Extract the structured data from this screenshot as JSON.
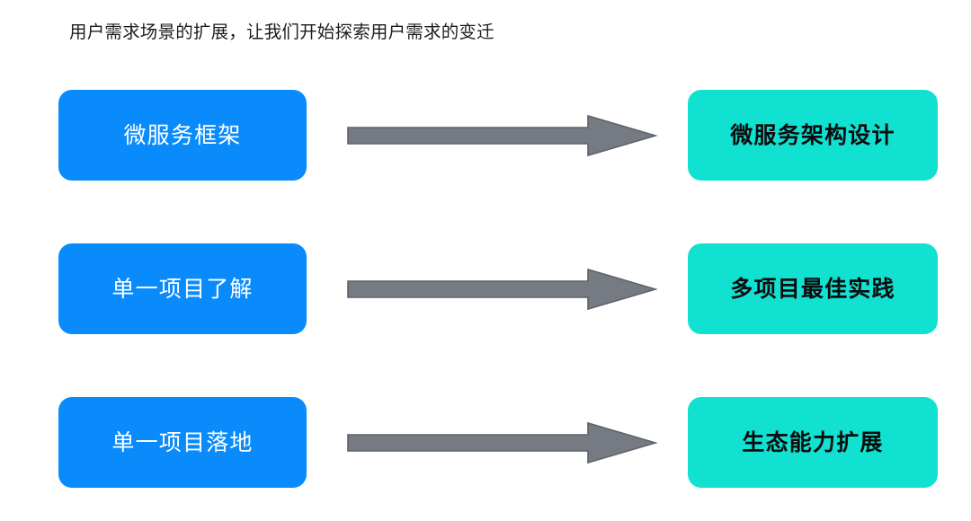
{
  "slide": {
    "title": "用户需求场景的扩展，让我们开始探索用户需求的变迁",
    "background_color": "#ffffff",
    "title_color": "#1b1d21"
  },
  "palette": {
    "source_fill": "#0a8bfb",
    "source_text": "#ffffff",
    "target_fill": "#11e1d0",
    "target_text": "#0c0c0e",
    "arrow_fill": "#767a82",
    "arrow_stroke": "#5f636a"
  },
  "rows": [
    {
      "source_label": "微服务框架",
      "arrow": "arrow-right",
      "target_label": "微服务架构设计"
    },
    {
      "source_label": "单一项目了解",
      "arrow": "arrow-right",
      "target_label": "多项目最佳实践"
    },
    {
      "source_label": "单一项目落地",
      "arrow": "arrow-right",
      "target_label": "生态能力扩展"
    }
  ]
}
